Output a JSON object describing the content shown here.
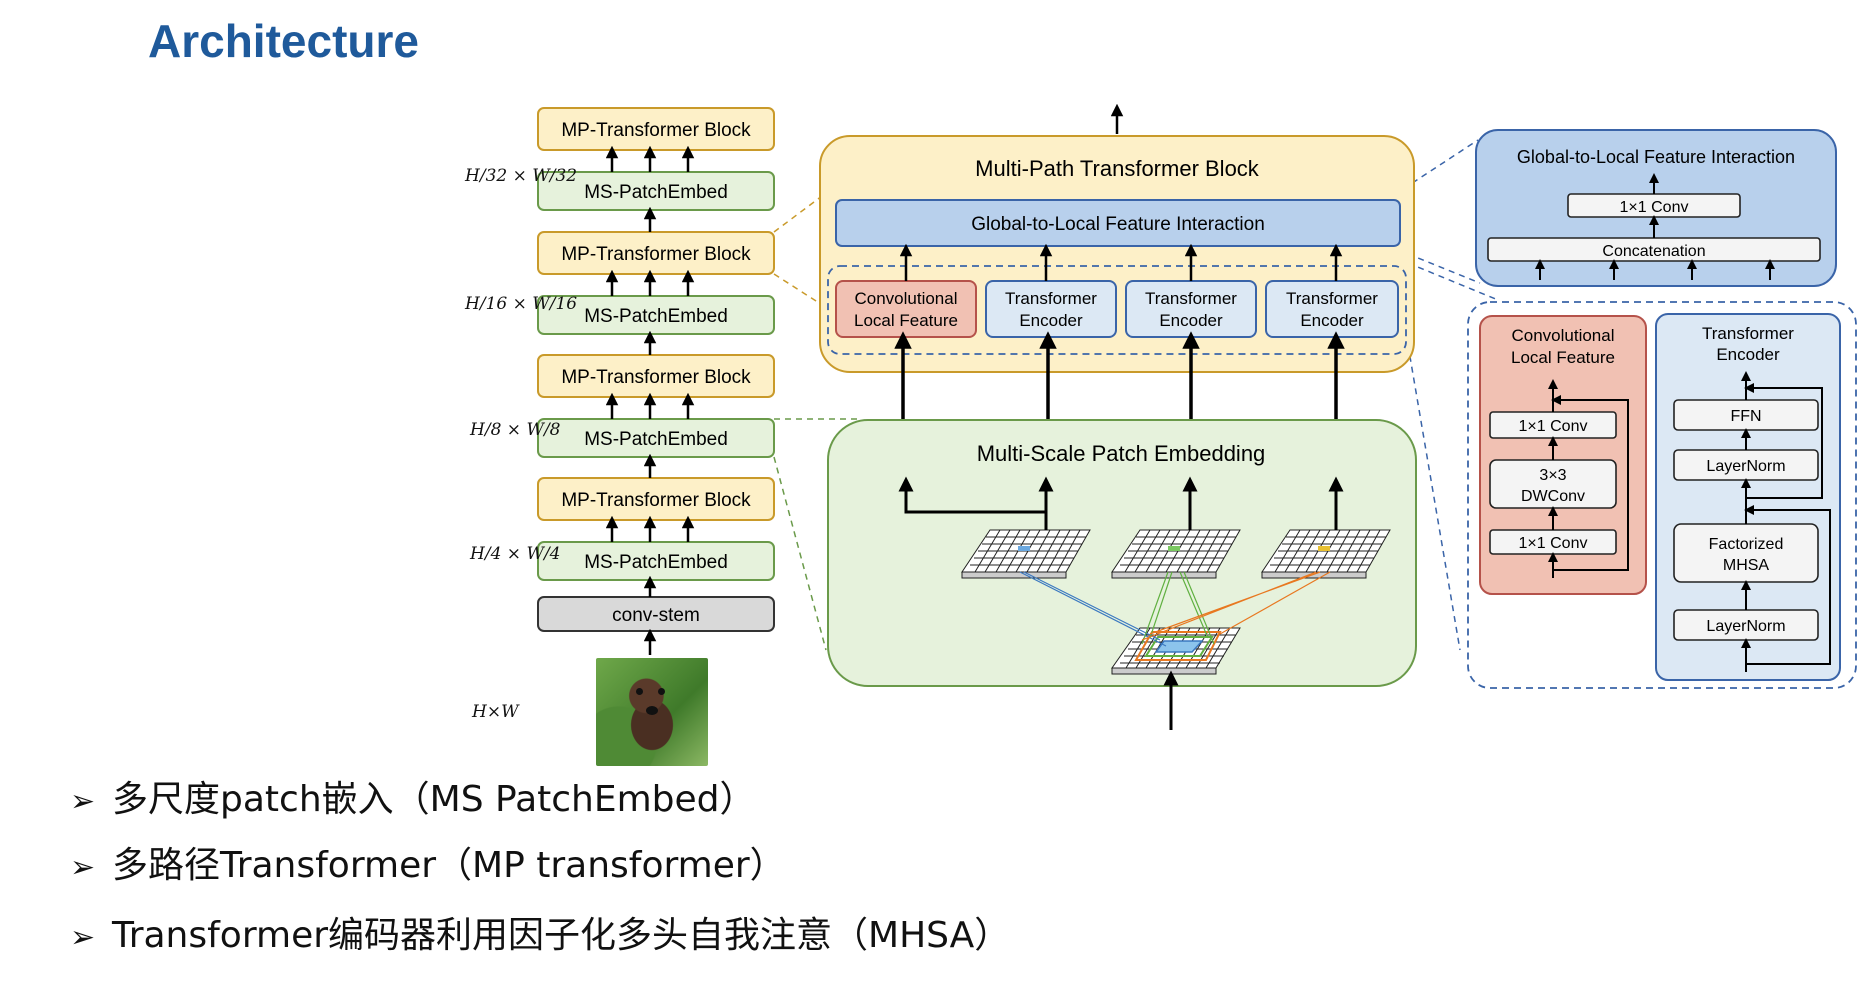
{
  "slide": {
    "title": "Architecture"
  },
  "stack": {
    "blocks": [
      "MP-Transformer Block",
      "MS-PatchEmbed",
      "MP-Transformer Block",
      "MS-PatchEmbed",
      "MP-Transformer Block",
      "MS-PatchEmbed",
      "MP-Transformer Block",
      "MS-PatchEmbed",
      "conv-stem"
    ],
    "input_label": "H×W",
    "scales": [
      {
        "num": "H",
        "den1": "32",
        "num2": "W",
        "den2": "32"
      },
      {
        "num": "H",
        "den1": "16",
        "num2": "W",
        "den2": "16"
      },
      {
        "num": "H",
        "den1": "8",
        "num2": "W",
        "den2": "8"
      },
      {
        "num": "H",
        "den1": "4",
        "num2": "W",
        "den2": "4"
      }
    ],
    "times": "×"
  },
  "mp_block": {
    "title": "Multi-Path Transformer Block",
    "interaction": "Global-to-Local Feature Interaction",
    "paths": [
      {
        "line1": "Convolutional",
        "line2": "Local Feature"
      },
      {
        "line1": "Transformer",
        "line2": "Encoder"
      },
      {
        "line1": "Transformer",
        "line2": "Encoder"
      },
      {
        "line1": "Transformer",
        "line2": "Encoder"
      }
    ]
  },
  "ms_embed": {
    "title": "Multi-Scale Patch Embedding"
  },
  "g2l_detail": {
    "title": "Global-to-Local Feature Interaction",
    "conv": "1×1 Conv",
    "concat": "Concatenation"
  },
  "conv_detail": {
    "title1": "Convolutional",
    "title2": "Local Feature",
    "conv_top": "1×1  Conv",
    "dw1": "3×3",
    "dw2": "DWConv",
    "conv_bottom": "1×1 Conv"
  },
  "enc_detail": {
    "title1": "Transformer",
    "title2": "Encoder",
    "ffn": "FFN",
    "ln1": "LayerNorm",
    "mhsa1": "Factorized",
    "mhsa2": "MHSA",
    "ln2": "LayerNorm"
  },
  "bullets": [
    "多尺度patch嵌入（MS PatchEmbed）",
    "多路径Transformer（MP transformer）",
    "Transformer编码器利用因子化多头自我注意（MHSA）"
  ],
  "colors": {
    "yellow_fill": "#fdf0c8",
    "yellow_stroke": "#c99a2a",
    "green_fill": "#e6f2dc",
    "green_stroke": "#6a9a4a",
    "blue_fill": "#b8d0ec",
    "blue_stroke": "#3a64a8",
    "lightblue_fill": "#dce8f4",
    "red_fill": "#f1c1b3",
    "red_stroke": "#b5524a",
    "title": "#1f5a9b"
  }
}
